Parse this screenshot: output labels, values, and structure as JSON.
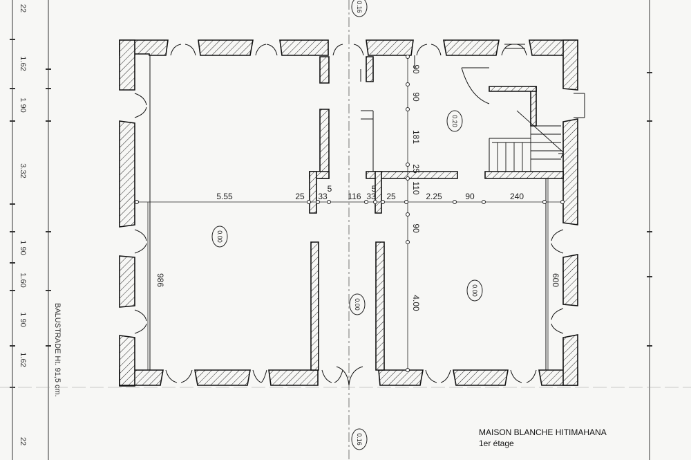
{
  "title": "MAISON BLANCHE HITIMAHANA",
  "subtitle": "1er étage",
  "balustrade_note": "BALUSTRADE Ht. 91,5 cm.",
  "levels": [
    "0.16",
    "0.20",
    "0.00",
    "0.00",
    "0.00",
    "0.16"
  ],
  "dimensions_horizontal": [
    "5.55",
    "25",
    "33",
    "5",
    "116",
    "33",
    "5",
    "25",
    "2.25",
    "90",
    "240"
  ],
  "dimensions_vertical": [
    "90",
    "90",
    "181",
    "25",
    "110",
    "90",
    "4.00",
    "986",
    "600"
  ],
  "left_edge_marks": [
    "22",
    "1.62",
    "1 90",
    "3.32",
    "1 90",
    "1.60",
    "1 90",
    "1.62",
    "22"
  ]
}
